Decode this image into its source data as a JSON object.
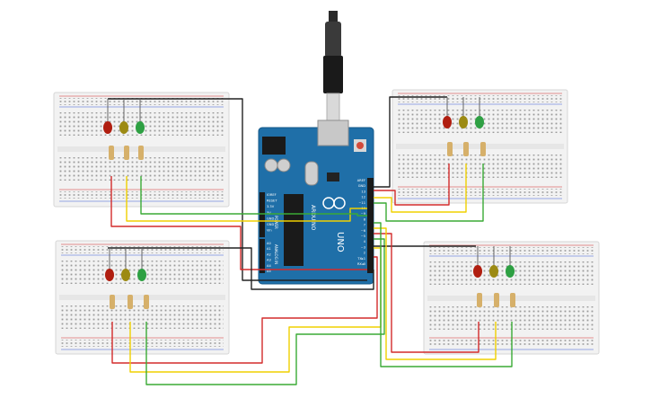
{
  "colors": {
    "wire_red": "#d32b2b",
    "wire_yellow": "#f0d000",
    "wire_green": "#3aaa35",
    "wire_black": "#222222",
    "board_blue": "#1f6fa8",
    "breadboard": "#f2f2f2",
    "led_red": "#b01e10",
    "led_yellow": "#9c8a13",
    "led_green": "#2ea043"
  },
  "arduino": {
    "brand": "ARDUINO",
    "model": "UNO",
    "pin_labels_top": [
      "AREF",
      "GND",
      "13",
      "12",
      "~11",
      "~10",
      "~9",
      "8",
      "7",
      "~6",
      "~5",
      "4",
      "~3",
      "2",
      "TX▸1",
      "RX◂0"
    ],
    "power_labels": [
      "IOREF",
      "RESET",
      "3.3V",
      "5V",
      "GND",
      "GND",
      "Vin"
    ],
    "power_title": "POWER",
    "analog_title": "ANALOG IN",
    "analog_labels": [
      "A0",
      "A1",
      "A2",
      "A3",
      "A4",
      "A5"
    ]
  },
  "breadboards": [
    {
      "id": "top-left",
      "leds": [
        "led_red",
        "led_yellow",
        "led_green"
      ]
    },
    {
      "id": "top-right",
      "leds": [
        "led_red",
        "led_yellow",
        "led_green"
      ]
    },
    {
      "id": "bottom-left",
      "leds": [
        "led_red",
        "led_yellow",
        "led_green"
      ]
    },
    {
      "id": "bottom-right",
      "leds": [
        "led_red",
        "led_yellow",
        "led_green"
      ]
    }
  ]
}
